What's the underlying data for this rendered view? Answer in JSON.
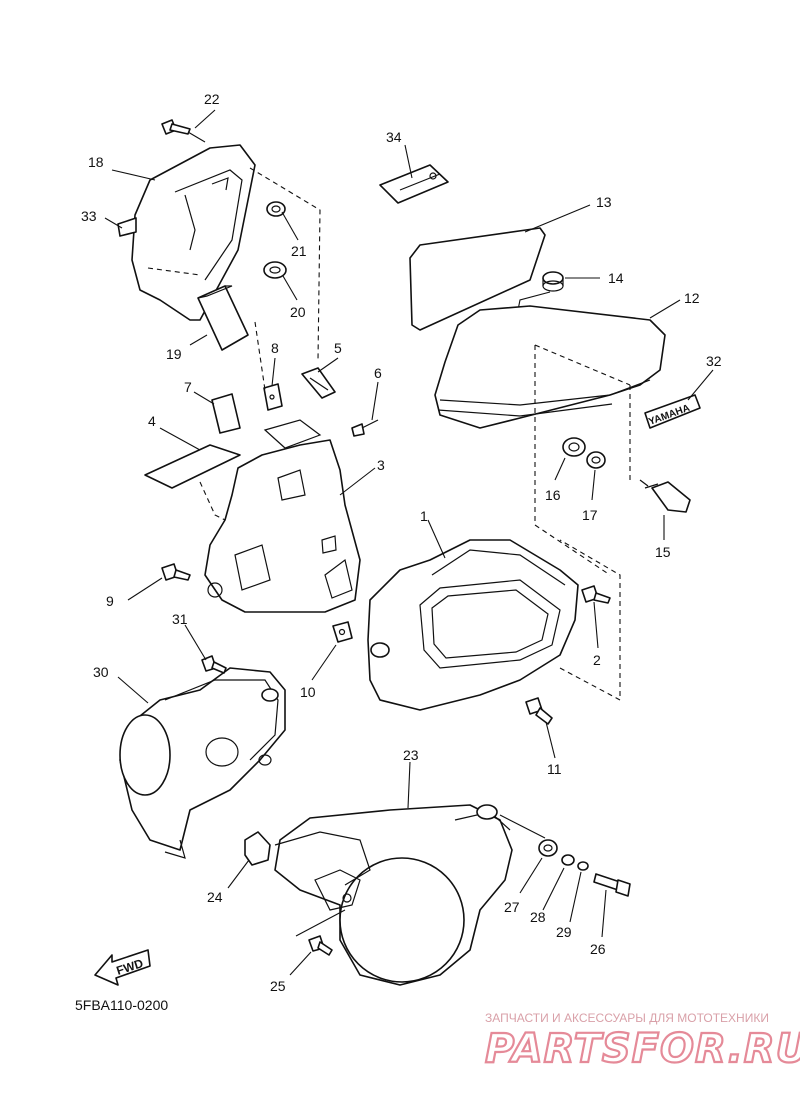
{
  "diagram_code": "5FBA110-0200",
  "fwd_label": "FWD",
  "emblem_text": "YAMAHA",
  "watermark": {
    "caption": "ЗАПЧАСТИ И АКСЕССУАРЫ ДЛЯ МОТОТЕХНИКИ",
    "brand": "PARTSFOR.RU",
    "color": "#e58a98"
  },
  "callouts": [
    {
      "n": "1",
      "part": "air-filter-case-cover"
    },
    {
      "n": "2",
      "part": "bolt"
    },
    {
      "n": "3",
      "part": "side-cover-bracket"
    },
    {
      "n": "4",
      "part": "pad"
    },
    {
      "n": "5",
      "part": "clip"
    },
    {
      "n": "6",
      "part": "screw"
    },
    {
      "n": "7",
      "part": "pad-small"
    },
    {
      "n": "8",
      "part": "clip"
    },
    {
      "n": "9",
      "part": "bolt"
    },
    {
      "n": "10",
      "part": "nut-clip"
    },
    {
      "n": "11",
      "part": "bolt"
    },
    {
      "n": "12",
      "part": "side-cover"
    },
    {
      "n": "13",
      "part": "side-cover-pad"
    },
    {
      "n": "14",
      "part": "grommet"
    },
    {
      "n": "15",
      "part": "screw-with-collar"
    },
    {
      "n": "16",
      "part": "grommet"
    },
    {
      "n": "17",
      "part": "collar"
    },
    {
      "n": "18",
      "part": "side-cover-left"
    },
    {
      "n": "19",
      "part": "damper"
    },
    {
      "n": "20",
      "part": "grommet"
    },
    {
      "n": "21",
      "part": "grommet"
    },
    {
      "n": "22",
      "part": "screw"
    },
    {
      "n": "23",
      "part": "rear-cover"
    },
    {
      "n": "24",
      "part": "damper"
    },
    {
      "n": "25",
      "part": "bolt"
    },
    {
      "n": "26",
      "part": "bolt"
    },
    {
      "n": "27",
      "part": "grommet"
    },
    {
      "n": "28",
      "part": "collar"
    },
    {
      "n": "29",
      "part": "washer"
    },
    {
      "n": "30",
      "part": "front-cover"
    },
    {
      "n": "31",
      "part": "bolt"
    },
    {
      "n": "32",
      "part": "emblem"
    },
    {
      "n": "33",
      "part": "tape"
    },
    {
      "n": "34",
      "part": "clip-plate"
    }
  ]
}
